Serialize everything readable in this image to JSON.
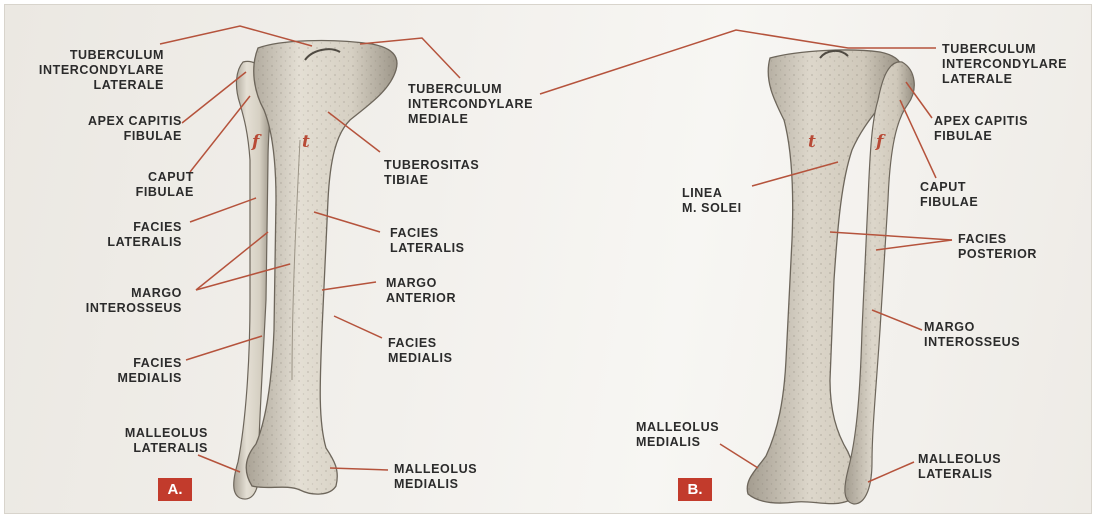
{
  "colors": {
    "leader": "#b5533c",
    "tag_bg": "#c23b2c",
    "bone": "#d9d3c6",
    "bone_shade": "#8b8478",
    "letter": "#b84a36"
  },
  "panel_a": {
    "tag": "A.",
    "bone_letters": {
      "fibula": "f",
      "tibia": "t"
    },
    "labels": {
      "tuberculum_laterale": "TUBERCULUM\nINTERCONDYLARE\nLATERALE",
      "apex_capitis": "APEX CAPITIS\nFIBULAE",
      "caput_fibulae": "CAPUT\nFIBULAE",
      "facies_lateralis_left": "FACIES\nLATERALIS",
      "margo_interosseus": "MARGO\nINTEROSSEUS",
      "facies_medialis_left": "FACIES\nMEDIALIS",
      "malleolus_lateralis": "MALLEOLUS\nLATERALIS",
      "tuberculum_mediale": "TUBERCULUM\nINTERCONDYLARE\nMEDIALE",
      "tuberositas_tibiae": "TUBEROSITAS\nTIBIAE",
      "facies_lateralis_right": "FACIES\nLATERALIS",
      "margo_anterior": "MARGO\nANTERIOR",
      "facies_medialis_right": "FACIES\nMEDIALIS",
      "malleolus_medialis": "MALLEOLUS\nMEDIALIS"
    }
  },
  "panel_b": {
    "tag": "B.",
    "bone_letters": {
      "tibia": "t",
      "fibula": "f"
    },
    "labels": {
      "tuberculum_laterale": "TUBERCULUM\nINTERCONDYLARE\nLATERALE",
      "apex_capitis": "APEX CAPITIS\nFIBULAE",
      "caput_fibulae": "CAPUT\nFIBULAE",
      "linea_solei": "LINEA\nM. SOLEI",
      "facies_posterior": "FACIES\nPOSTERIOR",
      "margo_interosseus": "MARGO\nINTEROSSEUS",
      "malleolus_medialis": "MALLEOLUS\nMEDIALIS",
      "malleolus_lateralis": "MALLEOLUS\nLATERALIS"
    }
  }
}
